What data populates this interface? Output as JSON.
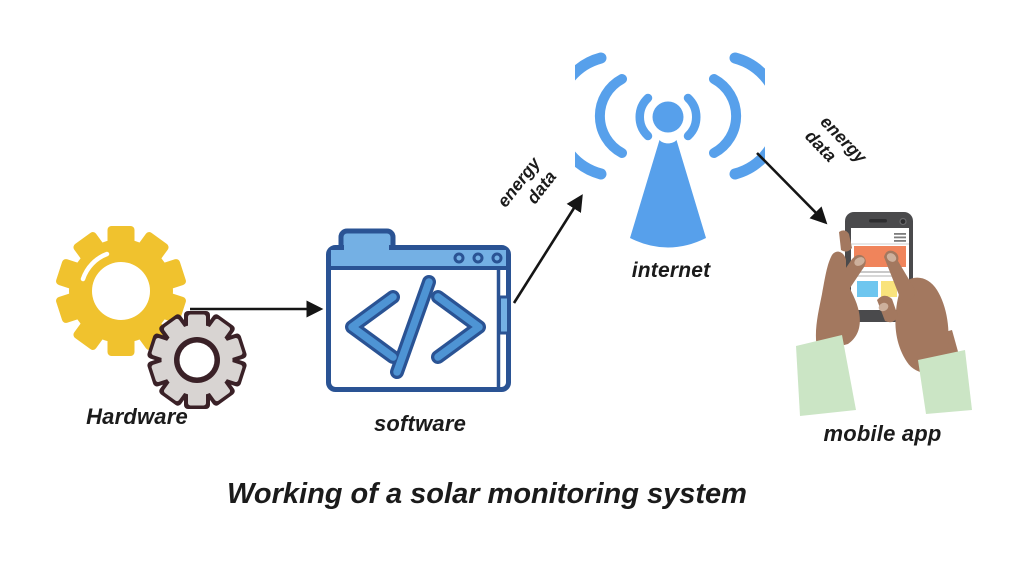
{
  "title": "Working of a solar monitoring system",
  "diagram": {
    "hardware": {
      "label": "Hardware",
      "icon": "gears-icon"
    },
    "software": {
      "label": "software",
      "icon": "code-window-icon"
    },
    "internet": {
      "label": "internet",
      "icon": "antenna-signal-icon"
    },
    "mobile_app": {
      "label": "mobile app",
      "icon": "hands-holding-phone-icon"
    },
    "flow_labels": {
      "software_to_internet": {
        "line1": "energy",
        "line2": "data"
      },
      "internet_to_mobile": {
        "line1": "energy",
        "line2": "data"
      }
    },
    "arrows": [
      "hardware-to-software",
      "software-to-internet",
      "internet-to-mobile-app"
    ]
  },
  "colors": {
    "gear_yellow": "#F0C22E",
    "gear_gray": "#D8D4D2",
    "gear_outline": "#3A2127",
    "window_blue": "#74B0E4",
    "window_outline": "#2A5394",
    "code_blue": "#4E94D4",
    "antenna_blue": "#57A0EB",
    "phone_gray": "#4A4A4C",
    "phone_dark": "#2E2E30",
    "screen_orange": "#F0845B",
    "screen_blue": "#6EC6EF",
    "screen_yellow": "#F9E37C",
    "skin": "#A3785F",
    "nail": "#CDB09C",
    "sleeve": "#CBE5C5",
    "arrow_color": "#151515",
    "text_color": "#1B1B1B"
  }
}
